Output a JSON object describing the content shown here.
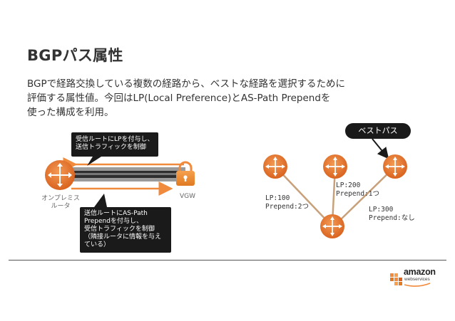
{
  "slide": {
    "title": "BGPパス属性",
    "body_lines": [
      "BGPで経路交換している複数の経路から、ベストな経路を選択するために",
      "評価する属性値。今回はLP(Local Preference)とAS-Path Prependを",
      "使った構成を利用。"
    ]
  },
  "left_diagram": {
    "router_label_line1": "オンプレミス",
    "router_label_line2": "ルータ",
    "vgw_label": "VGW",
    "callout_top_lines": [
      "受信ルートにLPを付与し、",
      "送信トラフィックを制御"
    ],
    "callout_bottom_lines": [
      "送信ルートにAS-Path",
      "Prependを付与し、",
      "受信トラフィックを制御",
      "（隣接ルータに情報を与え",
      "ている）"
    ]
  },
  "right_diagram": {
    "best_path_label": "ベストパス",
    "path_labels": [
      {
        "lp": "LP:100",
        "prepend": "Prepend:2つ"
      },
      {
        "lp": "LP:200",
        "prepend": "Prepend:1つ"
      },
      {
        "lp": "LP:300",
        "prepend": "Prepend:なし"
      }
    ]
  },
  "footer": {
    "logo_name": "amazon",
    "logo_sub": "webservices"
  },
  "colors": {
    "router_orange": "#e8742a",
    "accent_orange": "#f08a3c",
    "callout_black": "#1a1a1a",
    "text_dark": "#333333"
  }
}
